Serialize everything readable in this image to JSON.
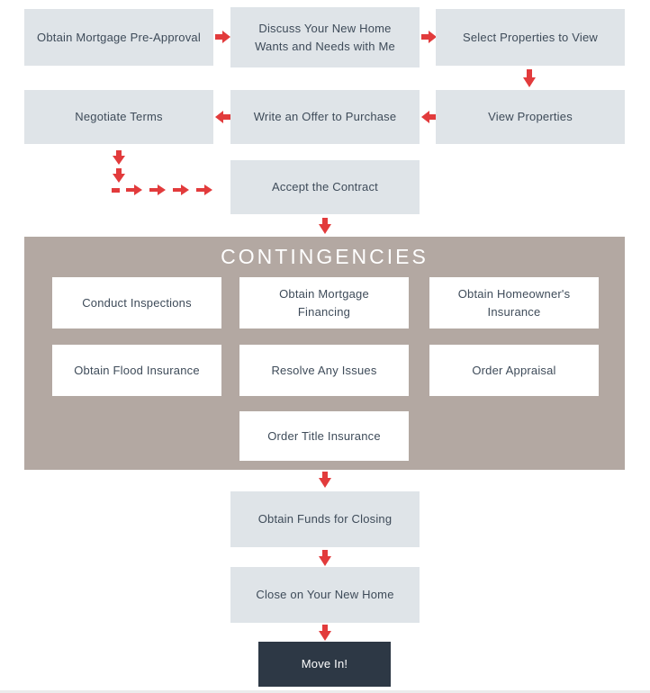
{
  "colors": {
    "arrow": "#e23b3c",
    "step_box_bg": "#dfe4e8",
    "contingencies_bg": "#b3a8a2",
    "contingency_box_bg": "#ffffff",
    "final_box_bg": "#2d3845",
    "text": "#3e4b59",
    "title_text": "#ffffff"
  },
  "steps": {
    "row1": [
      "Obtain Mortgage Pre-Approval",
      "Discuss Your New Home Wants and Needs with Me",
      "Select Properties to View"
    ],
    "row2": [
      "Negotiate Terms",
      "Write an Offer to Purchase",
      "View Properties"
    ],
    "accept_contract": "Accept the Contract",
    "contingencies_title": "CONTINGENCIES",
    "contingencies": [
      "Conduct Inspections",
      "Obtain Mortgage Financing",
      "Obtain Homeowner's Insurance",
      "Obtain Flood Insurance",
      "Resolve Any Issues",
      "Order Appraisal",
      "Order Title Insurance"
    ],
    "obtain_funds": "Obtain Funds for Closing",
    "close_home": "Close on Your New Home",
    "move_in": "Move In!"
  }
}
